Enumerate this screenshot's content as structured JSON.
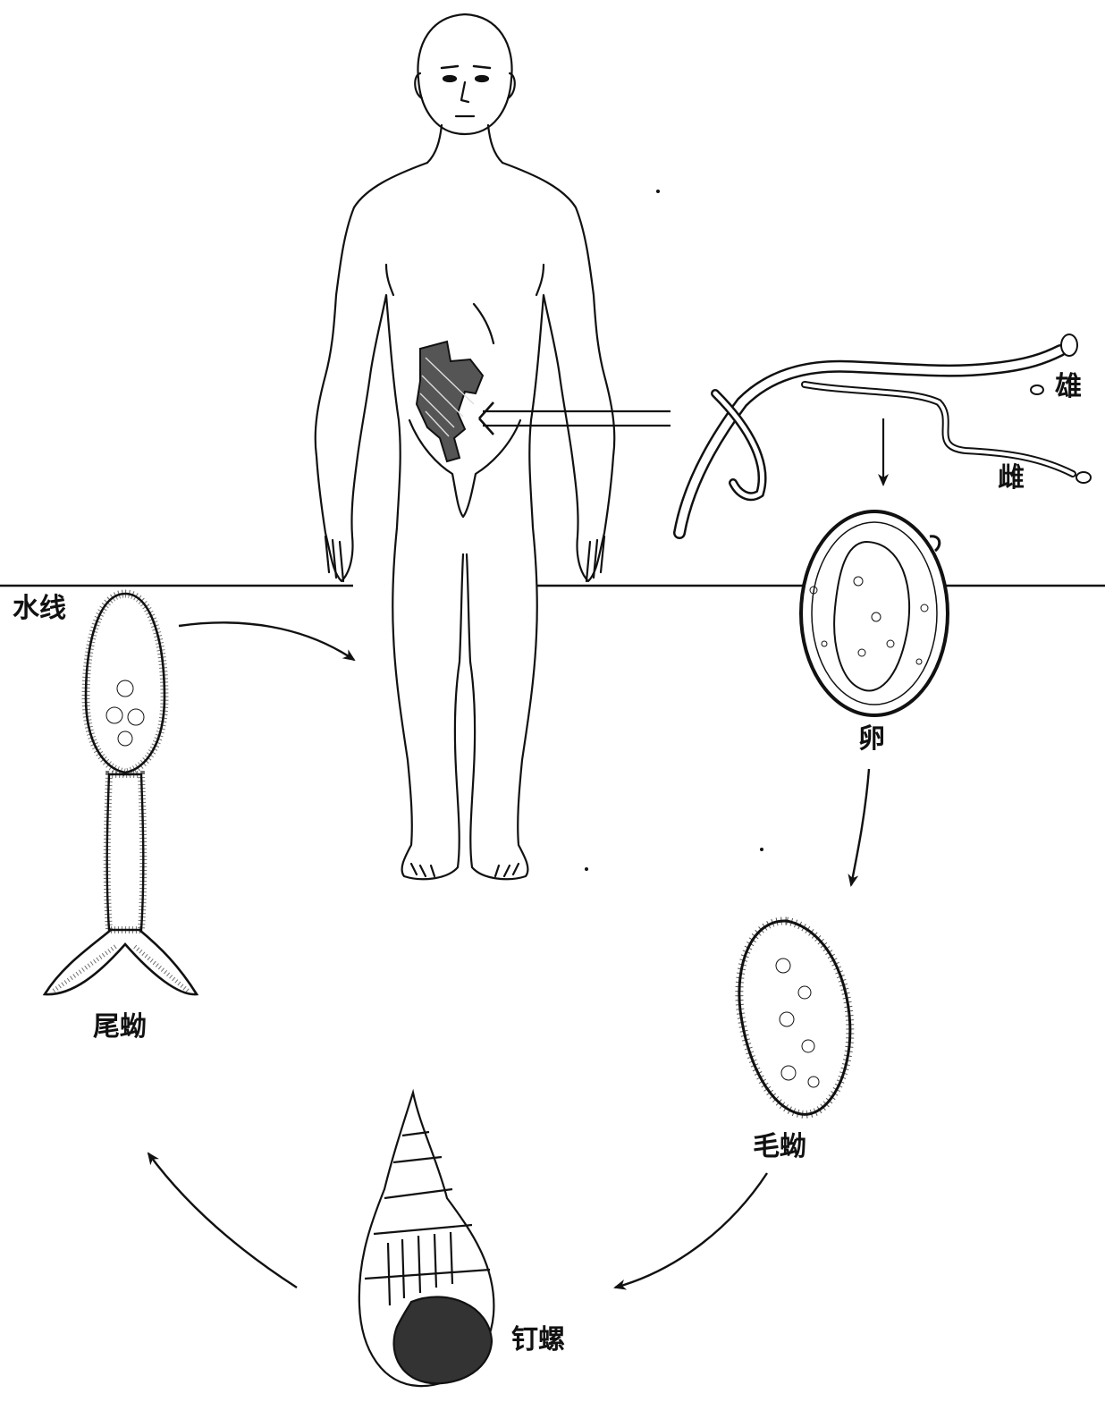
{
  "labels": {
    "water_line": "水线",
    "male": "雄",
    "female": "雌",
    "egg": "卵",
    "cercaria": "尾蚴",
    "miracidium": "毛蚴",
    "snail": "钉螺"
  },
  "colors": {
    "ink": "#111111",
    "background": "#ffffff"
  }
}
